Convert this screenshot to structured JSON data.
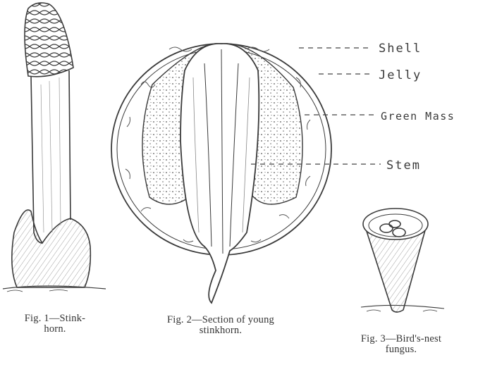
{
  "figures": [
    {
      "id": "fig1",
      "caption": "Fig. 1—Stink-\nhorn."
    },
    {
      "id": "fig2",
      "caption": "Fig. 2—Section of young\nstinkhorn."
    },
    {
      "id": "fig3",
      "caption": "Fig. 3—Bird's-nest\nfungus."
    }
  ],
  "labels": {
    "shell": "Shell",
    "jelly": "Jelly",
    "green_mass": "Green Mass",
    "stem": "Stem"
  }
}
